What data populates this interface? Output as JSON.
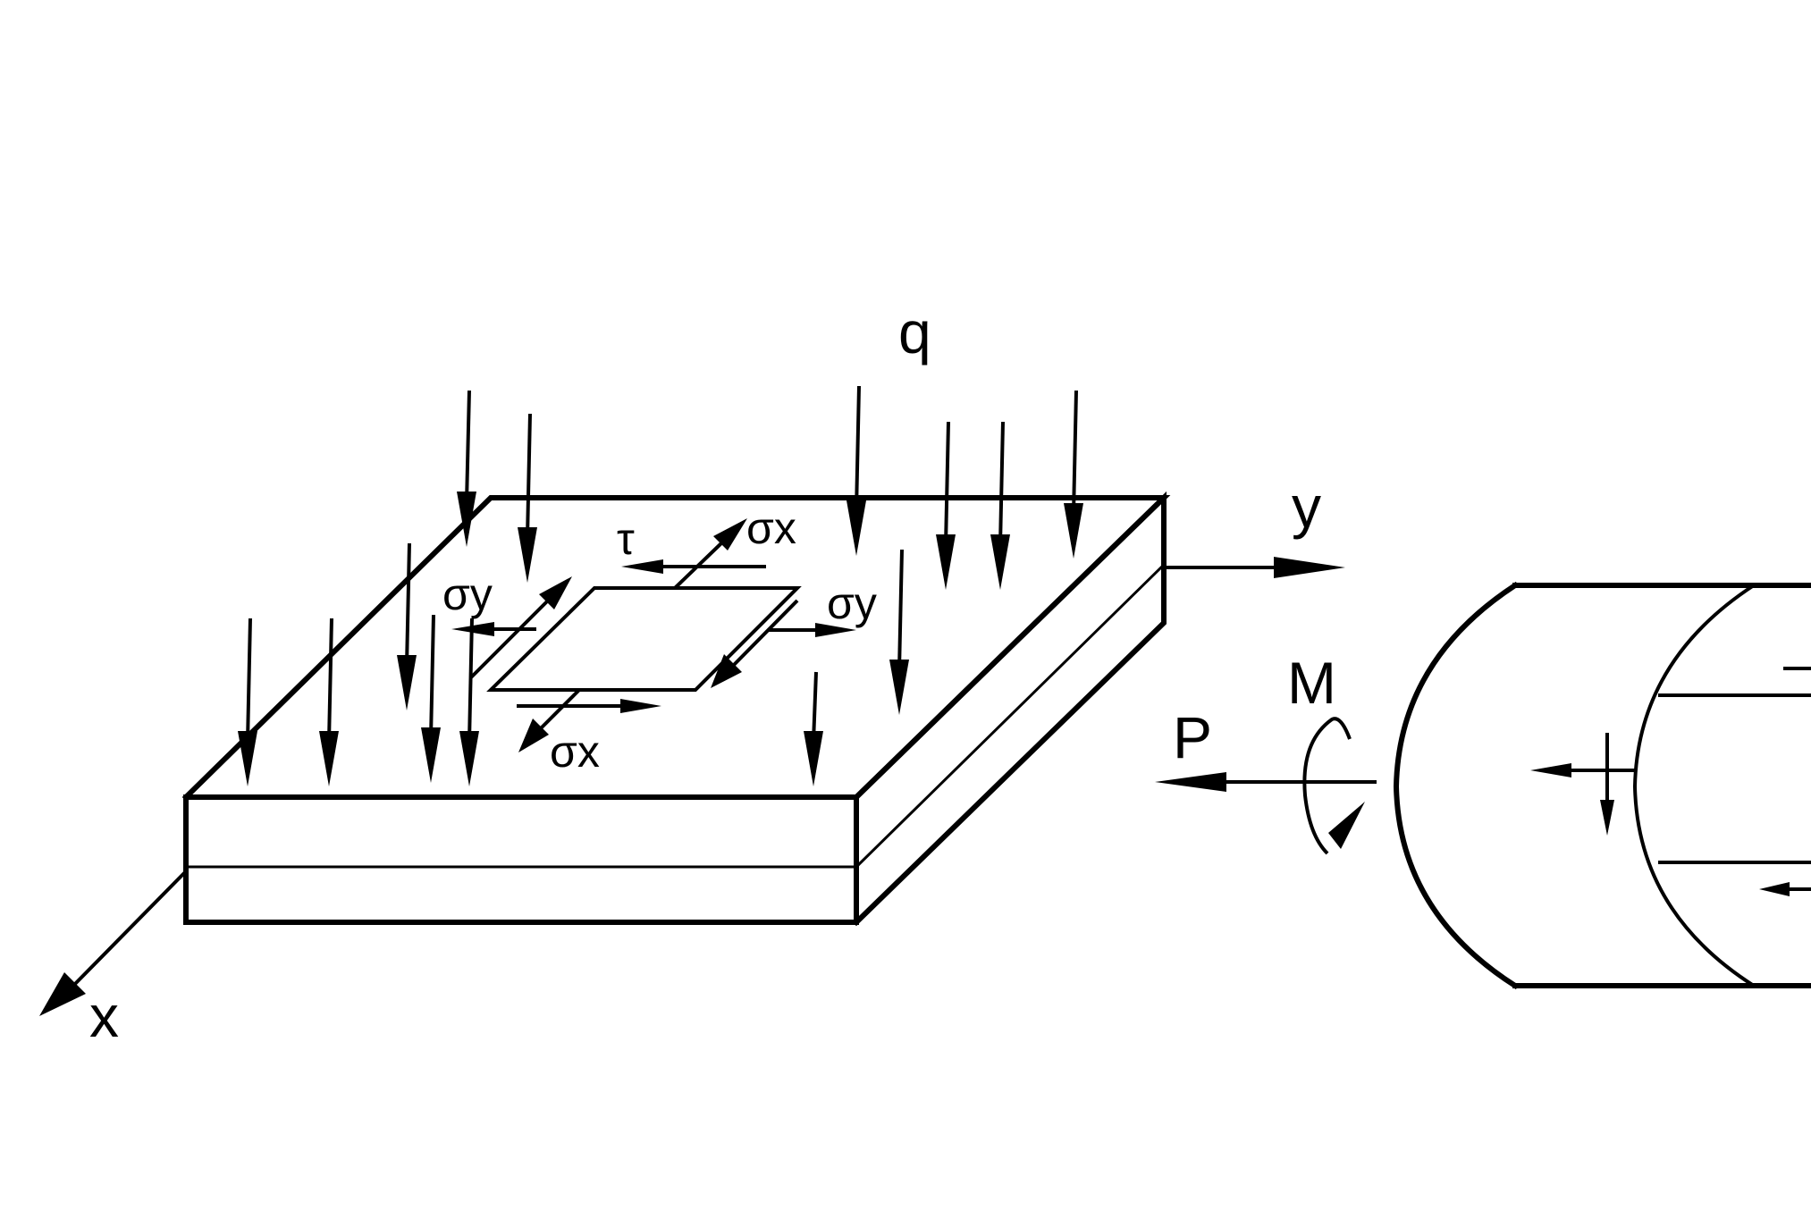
{
  "labels": {
    "q": "q",
    "x": "x",
    "y": "y",
    "P": "P",
    "M": "M",
    "tau": "τ",
    "sigma_x_top": "σx",
    "sigma_x_bottom": "σx",
    "sigma_y_left": "σy",
    "sigma_y_right": "σy"
  }
}
